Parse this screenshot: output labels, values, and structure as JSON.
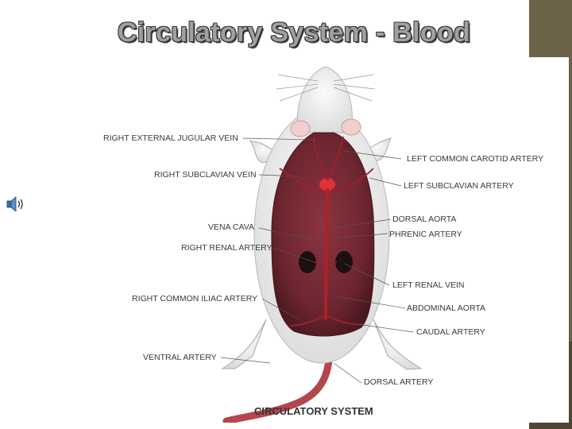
{
  "slide": {
    "title": "Circulatory System - Blood",
    "icons": {
      "speaker": "speaker-icon"
    },
    "colors": {
      "accent_bar": "#6b6247",
      "title_text": "#a0a0a0",
      "artery": "#b0202a",
      "body_cavity": "#6e2630"
    }
  },
  "diagram": {
    "caption": "CIRCULATORY SYSTEM",
    "labels": [
      {
        "id": "right-external-jugular-vein",
        "text": "RIGHT  EXTERNAL JUGULAR VEIN"
      },
      {
        "id": "right-subclavian-vein",
        "text": "RIGHT SUBCLAVIAN VEIN"
      },
      {
        "id": "vena-cava",
        "text": "VENA CAVA"
      },
      {
        "id": "right-renal-artery",
        "text": "RIGHT RENAL ARTERY"
      },
      {
        "id": "right-common-iliac-artery",
        "text": "RIGHT COMMON ILIAC ARTERY"
      },
      {
        "id": "ventral-artery",
        "text": "VENTRAL ARTERY"
      },
      {
        "id": "left-common-carotid-artery",
        "text": "LEFT COMMON CAROTID ARTERY"
      },
      {
        "id": "left-subclavian-artery",
        "text": "LEFT SUBCLAVIAN ARTERY"
      },
      {
        "id": "dorsal-aorta",
        "text": "DORSAL AORTA"
      },
      {
        "id": "phrenic-artery",
        "text": "PHRENIC ARTERY"
      },
      {
        "id": "left-renal-vein",
        "text": "LEFT RENAL VEIN"
      },
      {
        "id": "abdominal-aorta",
        "text": "ABDOMINAL AORTA"
      },
      {
        "id": "caudal-artery",
        "text": "CAUDAL ARTERY"
      },
      {
        "id": "dorsal-artery",
        "text": "DORSAL ARTERY"
      }
    ]
  }
}
